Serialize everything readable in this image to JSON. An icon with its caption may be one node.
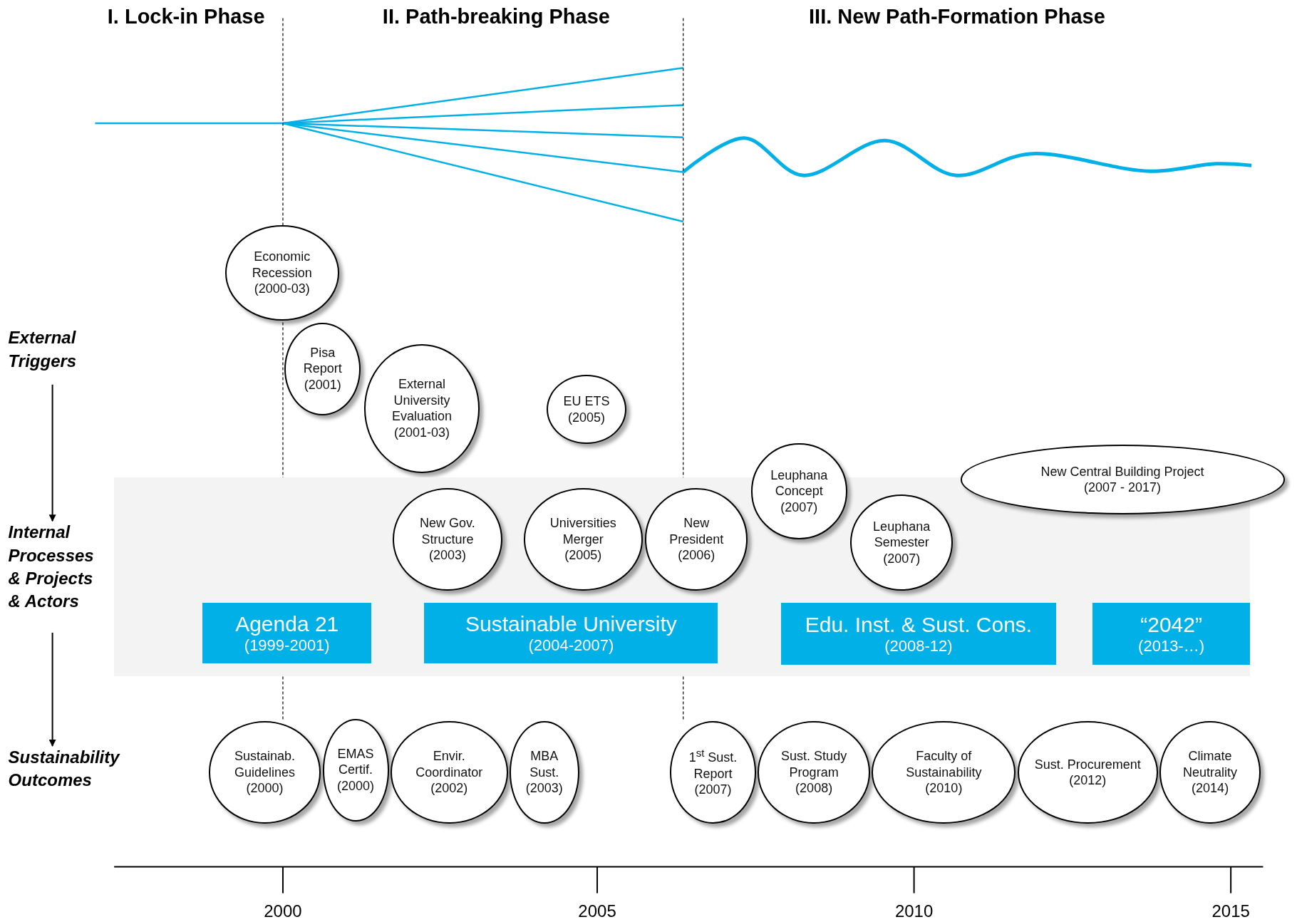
{
  "diagram": {
    "nodes": [
      {
        "text": [
          "External Triggers"
        ]
      },
      {
        "text": [
          "Internal Processes & Projects & Actors"
        ]
      },
      {
        "text": [
          "Sustainability Outcomes"
        ]
      },
      {
        "text": [
          "Economic Recession",
          "(2000-03)"
        ]
      },
      {
        "text": [
          "Pisa Report",
          "(2001)"
        ]
      },
      {
        "text": [
          "External University Evaluation",
          "(2001-03)"
        ]
      },
      {
        "text": [
          "EU ETS",
          "(2005)"
        ]
      },
      {
        "text": [],
        "shape": "box"
      },
      {
        "text": [
          "New Gov. Structure",
          "(2003)"
        ],
        "in": 7
      },
      {
        "text": [
          "Universities Merger",
          "(2005)"
        ],
        "in": 7
      },
      {
        "text": [
          "New President",
          "(2006)"
        ],
        "in": 7
      },
      {
        "text": [
          "Leuphana Concept",
          "(2007)"
        ]
      },
      {
        "text": [
          "New Central Building Project",
          "(2007 - 2017)"
        ]
      },
      {
        "text": [
          "Leuphana Semester",
          "(2007)"
        ],
        "in": 7
      },
      {
        "text": [
          "Agenda 21",
          "(1999-2001)"
        ],
        "in": 7
      },
      {
        "text": [
          "Sustainable University",
          "(2004-2007)"
        ],
        "in": 7
      },
      {
        "text": [
          "Edu. Inst. & Sust. Cons.",
          "(2008-12)"
        ],
        "in": 7
      },
      {
        "text": [
          "“2042”",
          "(2013-…)"
        ],
        "in": 7
      },
      {
        "text": [
          "Sustainab. Guidelines",
          "(2000)"
        ]
      },
      {
        "text": [
          "EMAS Certif.",
          "(2000)"
        ]
      },
      {
        "text": [
          "Envir. Coordinator",
          "(2002)"
        ]
      },
      {
        "text": [
          "MBA Sust.",
          "(2003)"
        ]
      },
      {
        "text": [
          "1$^{st}$ Sust. Report",
          "(2007)"
        ]
      },
      {
        "text": [
          "Sust. Study Program",
          "(2008)"
        ]
      },
      {
        "text": [
          "Faculty of Sustainability",
          "(2010)"
        ]
      },
      {
        "text": [
          "Sust. Procurement",
          "(2012)"
        ]
      },
      {
        "text": [
          "Climate Neutrality",
          "(2014)"
        ]
      }
    ],
    "edges": [
      {
        "from": 0,
        "to": 1,
        "arrow": "to"
      },
      {
        "from": 1,
        "to": 2,
        "arrow": "to"
      }
    ],
    "labels": [
      "I. Lock-in Phase",
      "II. Path-breaking Phase",
      "III. New Path-Formation Phase",
      "2000",
      "2005",
      "2010",
      "2015"
    ]
  }
}
